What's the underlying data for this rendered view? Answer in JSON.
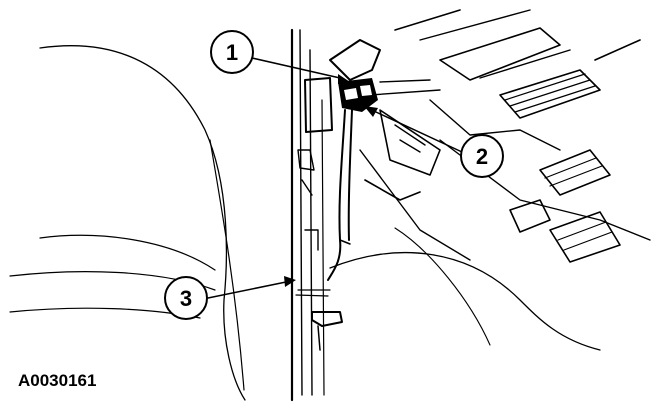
{
  "figure": {
    "id": "A0030161",
    "callouts": [
      {
        "number": "1"
      },
      {
        "number": "2"
      },
      {
        "number": "3"
      }
    ]
  },
  "colors": {
    "ink": "#000000",
    "paper": "#ffffff"
  }
}
